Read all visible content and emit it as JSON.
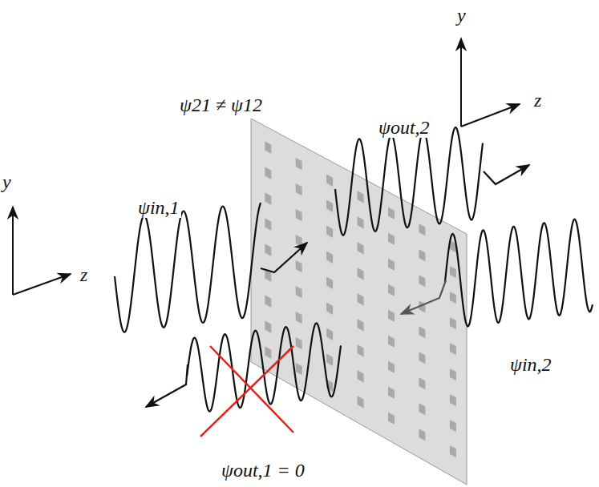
{
  "diagram": {
    "labels": [
      "y",
      "ψ21 ≠ ψ12",
      "z",
      "ψout,2",
      "y",
      "ψin,1",
      "z",
      "ψin,2",
      "ψout,1 = 0"
    ]
  }
}
